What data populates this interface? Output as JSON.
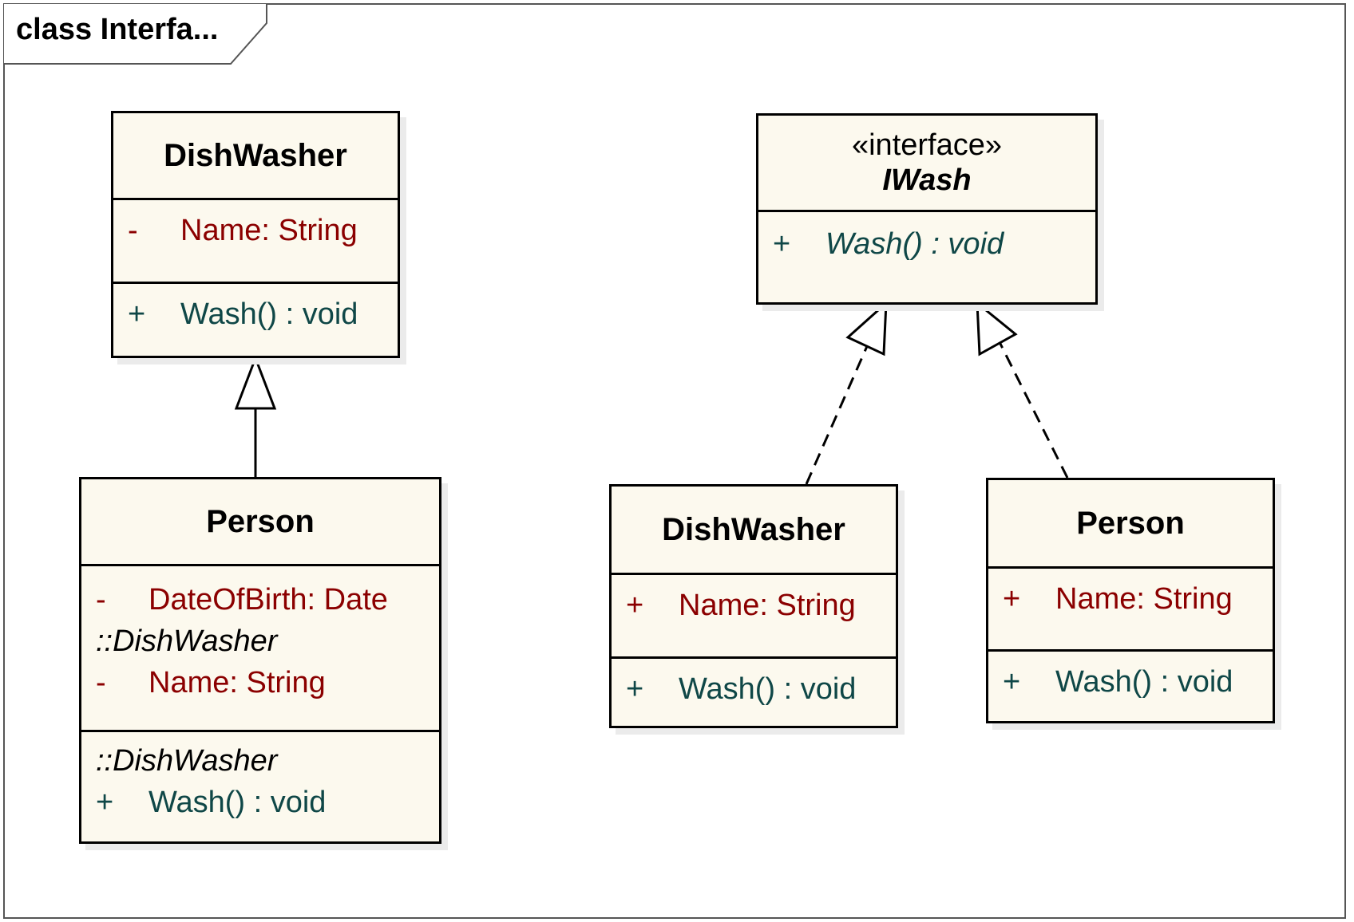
{
  "frame": {
    "label": "class Interfa..."
  },
  "left_diagram": {
    "dishwasher": {
      "name": "DishWasher",
      "attributes": [
        {
          "visibility": "-",
          "text": "Name:  String"
        }
      ],
      "operations": [
        {
          "visibility": "+",
          "text": "Wash() : void"
        }
      ]
    },
    "person": {
      "name": "Person",
      "attributes": [
        {
          "visibility": "-",
          "text": "DateOfBirth:  Date"
        }
      ],
      "inherited_attr_group": "::DishWasher",
      "inherited_attributes": [
        {
          "visibility": "-",
          "text": "Name:  String"
        }
      ],
      "inherited_op_group": "::DishWasher",
      "inherited_operations": [
        {
          "visibility": "+",
          "text": "Wash() : void"
        }
      ]
    }
  },
  "right_diagram": {
    "iwash": {
      "stereotype": "«interface»",
      "name": "IWash",
      "operations": [
        {
          "visibility": "+",
          "text": "Wash() : void"
        }
      ]
    },
    "dishwasher": {
      "name": "DishWasher",
      "attributes": [
        {
          "visibility": "+",
          "text": "Name:  String"
        }
      ],
      "operations": [
        {
          "visibility": "+",
          "text": "Wash() : void"
        }
      ]
    },
    "person": {
      "name": "Person",
      "attributes": [
        {
          "visibility": "+",
          "text": "Name:  String"
        }
      ],
      "operations": [
        {
          "visibility": "+",
          "text": "Wash() : void"
        }
      ]
    }
  },
  "colors": {
    "class_fill": "#fcf9ee",
    "attribute_text": "#8b0000",
    "operation_text": "#0f4747"
  }
}
